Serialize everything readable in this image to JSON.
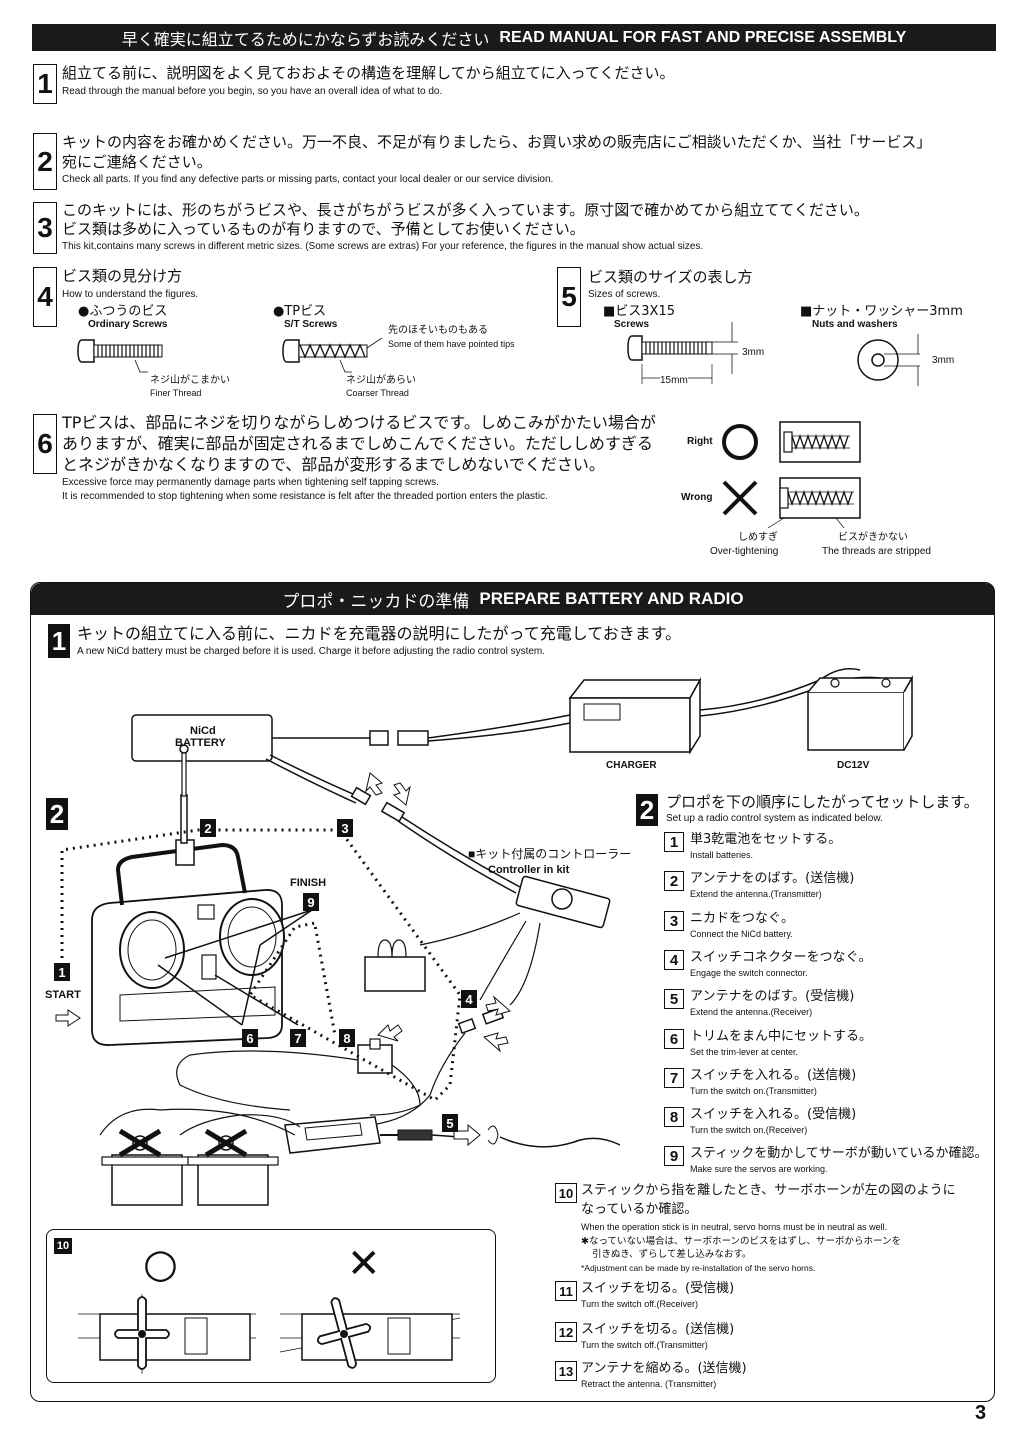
{
  "page_number": "3",
  "header": {
    "title_jp": "早く確実に組立てるためにかならずお読みください",
    "title_en": "READ MANUAL FOR FAST AND PRECISE ASSEMBLY"
  },
  "steps": [
    {
      "num": "1",
      "jp": "組立てる前に、説明図をよく見ておおよその構造を理解してから組立てに入ってください。",
      "en": "Read through the manual before you begin, so you have an overall idea of what to do."
    },
    {
      "num": "2",
      "jp": "キットの内容をお確かめください。万一不良、不足が有りましたら、お買い求めの販売店にご相談いただくか、当社「サービス」",
      "jp2": "宛にご連絡ください。",
      "en": "Check all parts. If you find any defective parts or missing parts, contact your local dealer or our service division."
    },
    {
      "num": "3",
      "jp": "このキットには、形のちがうビスや、長さがちがうビスが多く入っています。原寸図で確かめてから組立ててください。",
      "jp2": "ビス類は多めに入っているものが有りますので、予備としてお使いください。",
      "en": "This kit,contains many screws in different metric sizes. (Some screws are extras) For your reference, the figures in the manual show actual sizes."
    },
    {
      "num": "4",
      "jp": "ビス類の見分け方",
      "en": "How to understand the figures."
    },
    {
      "num": "5",
      "jp": "ビス類のサイズの表し方",
      "en": "Sizes of screws."
    },
    {
      "num": "6",
      "jp": "TPビスは、部品にネジを切りながらしめつけるビスです。しめこみがかたい場合が",
      "jp2": "ありますが、確実に部品が固定されるまでしめこんでください。ただししめすぎる",
      "jp3": "とネジがきかなくなりますので、部品が変形するまでしめないでください。",
      "en": "Excessive force may permanently damage parts  when tightening self tapping screws.",
      "en2": "It is recommended to stop tightening when some resistance is felt after the threaded portion enters the plastic."
    }
  ],
  "screws": {
    "ordinary_jp": "●ふつうのビス",
    "ordinary_en": "Ordinary Screws",
    "tp_jp": "●TPビス",
    "tp_en": "S/T Screws",
    "pointed_jp": "先のほそいものもある",
    "pointed_en": "Some of them have pointed tips",
    "finer_jp": "ネジ山がこまかい",
    "finer_en": "Finer Thread",
    "coarser_jp": "ネジ山があらい",
    "coarser_en": "Coarser Thread",
    "size_jp": "■ビス3X15",
    "size_en": "Screws",
    "nut_jp": "■ナット・ワッシャー3mm",
    "nut_en": "Nuts and washers",
    "dim_3mm": "3mm",
    "dim_15mm": "15mm",
    "right": "Right",
    "wrong": "Wrong",
    "over_jp": "しめすぎ",
    "over_en": "Over-tightening",
    "strip_jp": "ビスがきかない",
    "strip_en": "The threads are stripped"
  },
  "battery": {
    "title_jp": "プロポ・ニッカドの準備",
    "title_en": "PREPARE BATTERY AND RADIO",
    "s1_jp": "キットの組立てに入る前に、ニカドを充電器の説明にしたがって充電しておきます。",
    "s1_en": "A new NiCd battery must be charged before it is used. Charge it before adjusting the radio control system.",
    "nicd": "NiCd",
    "nicd2": "BATTERY",
    "charger": "CHARGER",
    "dc12v": "DC12V",
    "controller_jp": "■キット付属のコントローラー",
    "controller_en": "Controller in kit",
    "start": "START",
    "finish": "FINISH",
    "s2_jp": "プロポを下の順序にしたがってセットします。",
    "s2_en": "Set up a radio control system as indicated below."
  },
  "radio_steps": [
    {
      "n": "1",
      "jp": "単3乾電池をセットする。",
      "en": "Install batteries."
    },
    {
      "n": "2",
      "jp": "アンテナをのばす。(送信機)",
      "en": "Extend the antenna.(Transmitter)"
    },
    {
      "n": "3",
      "jp": "ニカドをつなぐ。",
      "en": "Connect the NiCd battery."
    },
    {
      "n": "4",
      "jp": "スイッチコネクターをつなぐ。",
      "en": "Engage the switch connector."
    },
    {
      "n": "5",
      "jp": "アンテナをのばす。(受信機)",
      "en": "Extend the antenna.(Receiver)"
    },
    {
      "n": "6",
      "jp": "トリムをまん中にセットする。",
      "en": "Set the trim-lever at center."
    },
    {
      "n": "7",
      "jp": "スイッチを入れる。(送信機)",
      "en": "Turn the switch on.(Transmitter)"
    },
    {
      "n": "8",
      "jp": "スイッチを入れる。(受信機)",
      "en": "Turn the switch on.(Receiver)"
    },
    {
      "n": "9",
      "jp": "スティックを動かしてサーボが動いているか確認。",
      "en": "Make sure the servos are working."
    }
  ],
  "radio_steps_b": [
    {
      "n": "10",
      "jp": "スティックから指を離したとき、サーボホーンが左の図のように",
      "jp2": "なっているか確認。",
      "en": "When the operation stick is in neutral, servo horns must be in neutral as well.",
      "note_jp": "✱なっていない場合は、サーボホーンのビスをはずし、サーボからホーンを",
      "note_jp2": "引きぬき、ずらして差し込みなおす。",
      "note_en": "*Adjustment can be made by re-installation of the servo horns."
    },
    {
      "n": "11",
      "jp": "スイッチを切る。(受信機)",
      "en": "Turn the switch off.(Receiver)"
    },
    {
      "n": "12",
      "jp": "スイッチを切る。(送信機)",
      "en": "Turn the switch off.(Transmitter)"
    },
    {
      "n": "13",
      "jp": "アンテナを縮める。(送信機)",
      "en": "Retract the antenna. (Transmitter)"
    }
  ],
  "inset": {
    "label": "10",
    "ok": "○",
    "ng": "✕"
  },
  "diagram_numbers": [
    "1",
    "2",
    "3",
    "4",
    "5",
    "6",
    "7",
    "8",
    "9"
  ]
}
